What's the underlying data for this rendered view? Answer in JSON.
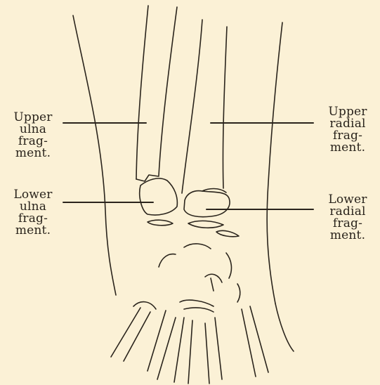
{
  "figure": {
    "labels": {
      "upper_ulna": [
        "Upper",
        "ulna",
        "frag-",
        "ment."
      ],
      "lower_ulna": [
        "Lower",
        "ulna",
        "frag-",
        "ment."
      ],
      "upper_radial": [
        "Upper",
        "radial",
        "frag-",
        "ment."
      ],
      "lower_radial": [
        "Lower",
        "radial",
        "frag-",
        "ment."
      ]
    }
  },
  "colors": {
    "paper": "#fbf1d6",
    "ink": "#2a241c"
  }
}
